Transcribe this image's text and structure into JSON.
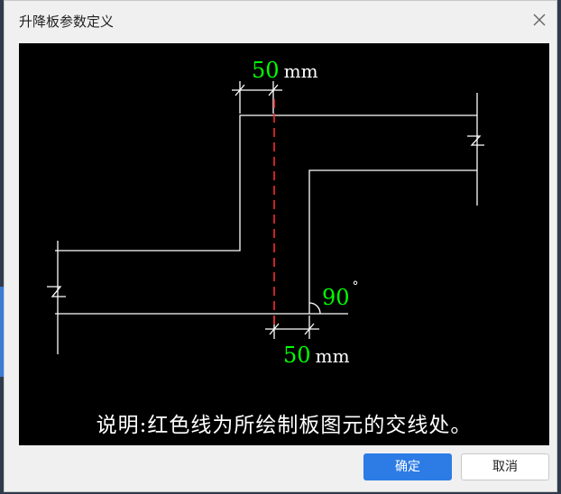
{
  "dialog": {
    "title": "升降板参数定义",
    "close_icon": "close-icon"
  },
  "diagram": {
    "top_offset": {
      "value": "50",
      "unit": "mm"
    },
    "bottom_offset": {
      "value": "50",
      "unit": "mm"
    },
    "angle": {
      "value": "90",
      "unit": "°"
    },
    "note": "说明:红色线为所绘制板图元的交线处。",
    "colors": {
      "background": "#000000",
      "lines": "#ffffff",
      "intersection_line": "#ff2a2a",
      "dimension_value": "#00ff00"
    }
  },
  "buttons": {
    "ok_label": "确定",
    "cancel_label": "取消"
  }
}
